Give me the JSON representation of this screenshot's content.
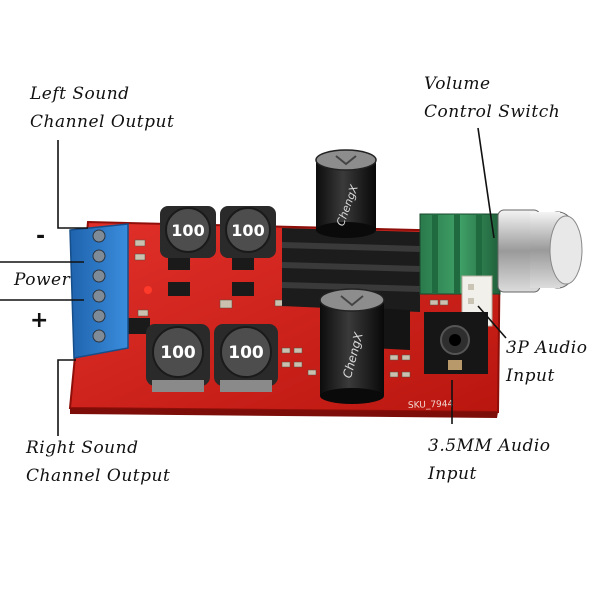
{
  "labels": {
    "left_output": [
      "Left Sound",
      "Channel Output"
    ],
    "right_output": [
      "Right Sound",
      "Channel Output"
    ],
    "power": "Power",
    "minus": "-",
    "plus": "+",
    "volume": [
      "Volume",
      "Control Switch"
    ],
    "audio_3p": [
      "3P Audio",
      "Input"
    ],
    "audio_35mm": [
      "3.5MM Audio",
      "Input"
    ]
  },
  "inductor_value": "100",
  "capacitor_brand": "ChengX",
  "pcb_marking": "SKU_7944",
  "colors": {
    "pcb": "#d8261f",
    "terminal": "#2a78c8",
    "potentiometer": "#2e8a55",
    "heatsink": "#1c1c1c",
    "annotation_line": "#111111"
  }
}
